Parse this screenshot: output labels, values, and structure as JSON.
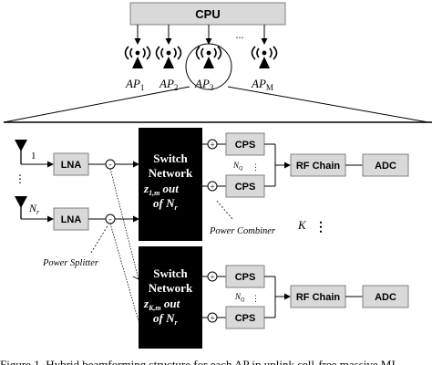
{
  "cpu": {
    "label": "CPU"
  },
  "access_points": [
    {
      "label": "AP",
      "sub": "1"
    },
    {
      "label": "AP",
      "sub": "2"
    },
    {
      "label": "AP",
      "sub": "3"
    },
    {
      "label": "AP",
      "sub": "M"
    }
  ],
  "ap_ellipsis": "...",
  "antennas": [
    {
      "index_label": "1"
    },
    {
      "index_label": "N",
      "index_sub": "r"
    }
  ],
  "antenna_dots": "⋮",
  "lna_label": "LNA",
  "splitter_symbol": "-",
  "power_splitter_label": "Power Splitter",
  "power_combiner_label": "Power Combiner",
  "switch_networks": [
    {
      "line1": "Switch",
      "line2": "Network",
      "var": "z",
      "var_sub": "1,m",
      "tail": " out",
      "line4_pre": "of N",
      "line4_sub": "r"
    },
    {
      "line1": "Switch",
      "line2": "Network",
      "var": "z",
      "var_sub": "K,m",
      "tail": " out",
      "line4_pre": "of N",
      "line4_sub": "r"
    }
  ],
  "combiner_symbol": "+",
  "cps_label": "CPS",
  "nq_label": "N",
  "nq_sub": "Q",
  "nq_dots": "⋮",
  "rf_chain_label": "RF Chain",
  "adc_label": "ADC",
  "k_label": "K",
  "k_dots": "⋮",
  "caption": "Figure 1. Hybrid beamforming structure for each AP in uplink cell-free massive MI"
}
